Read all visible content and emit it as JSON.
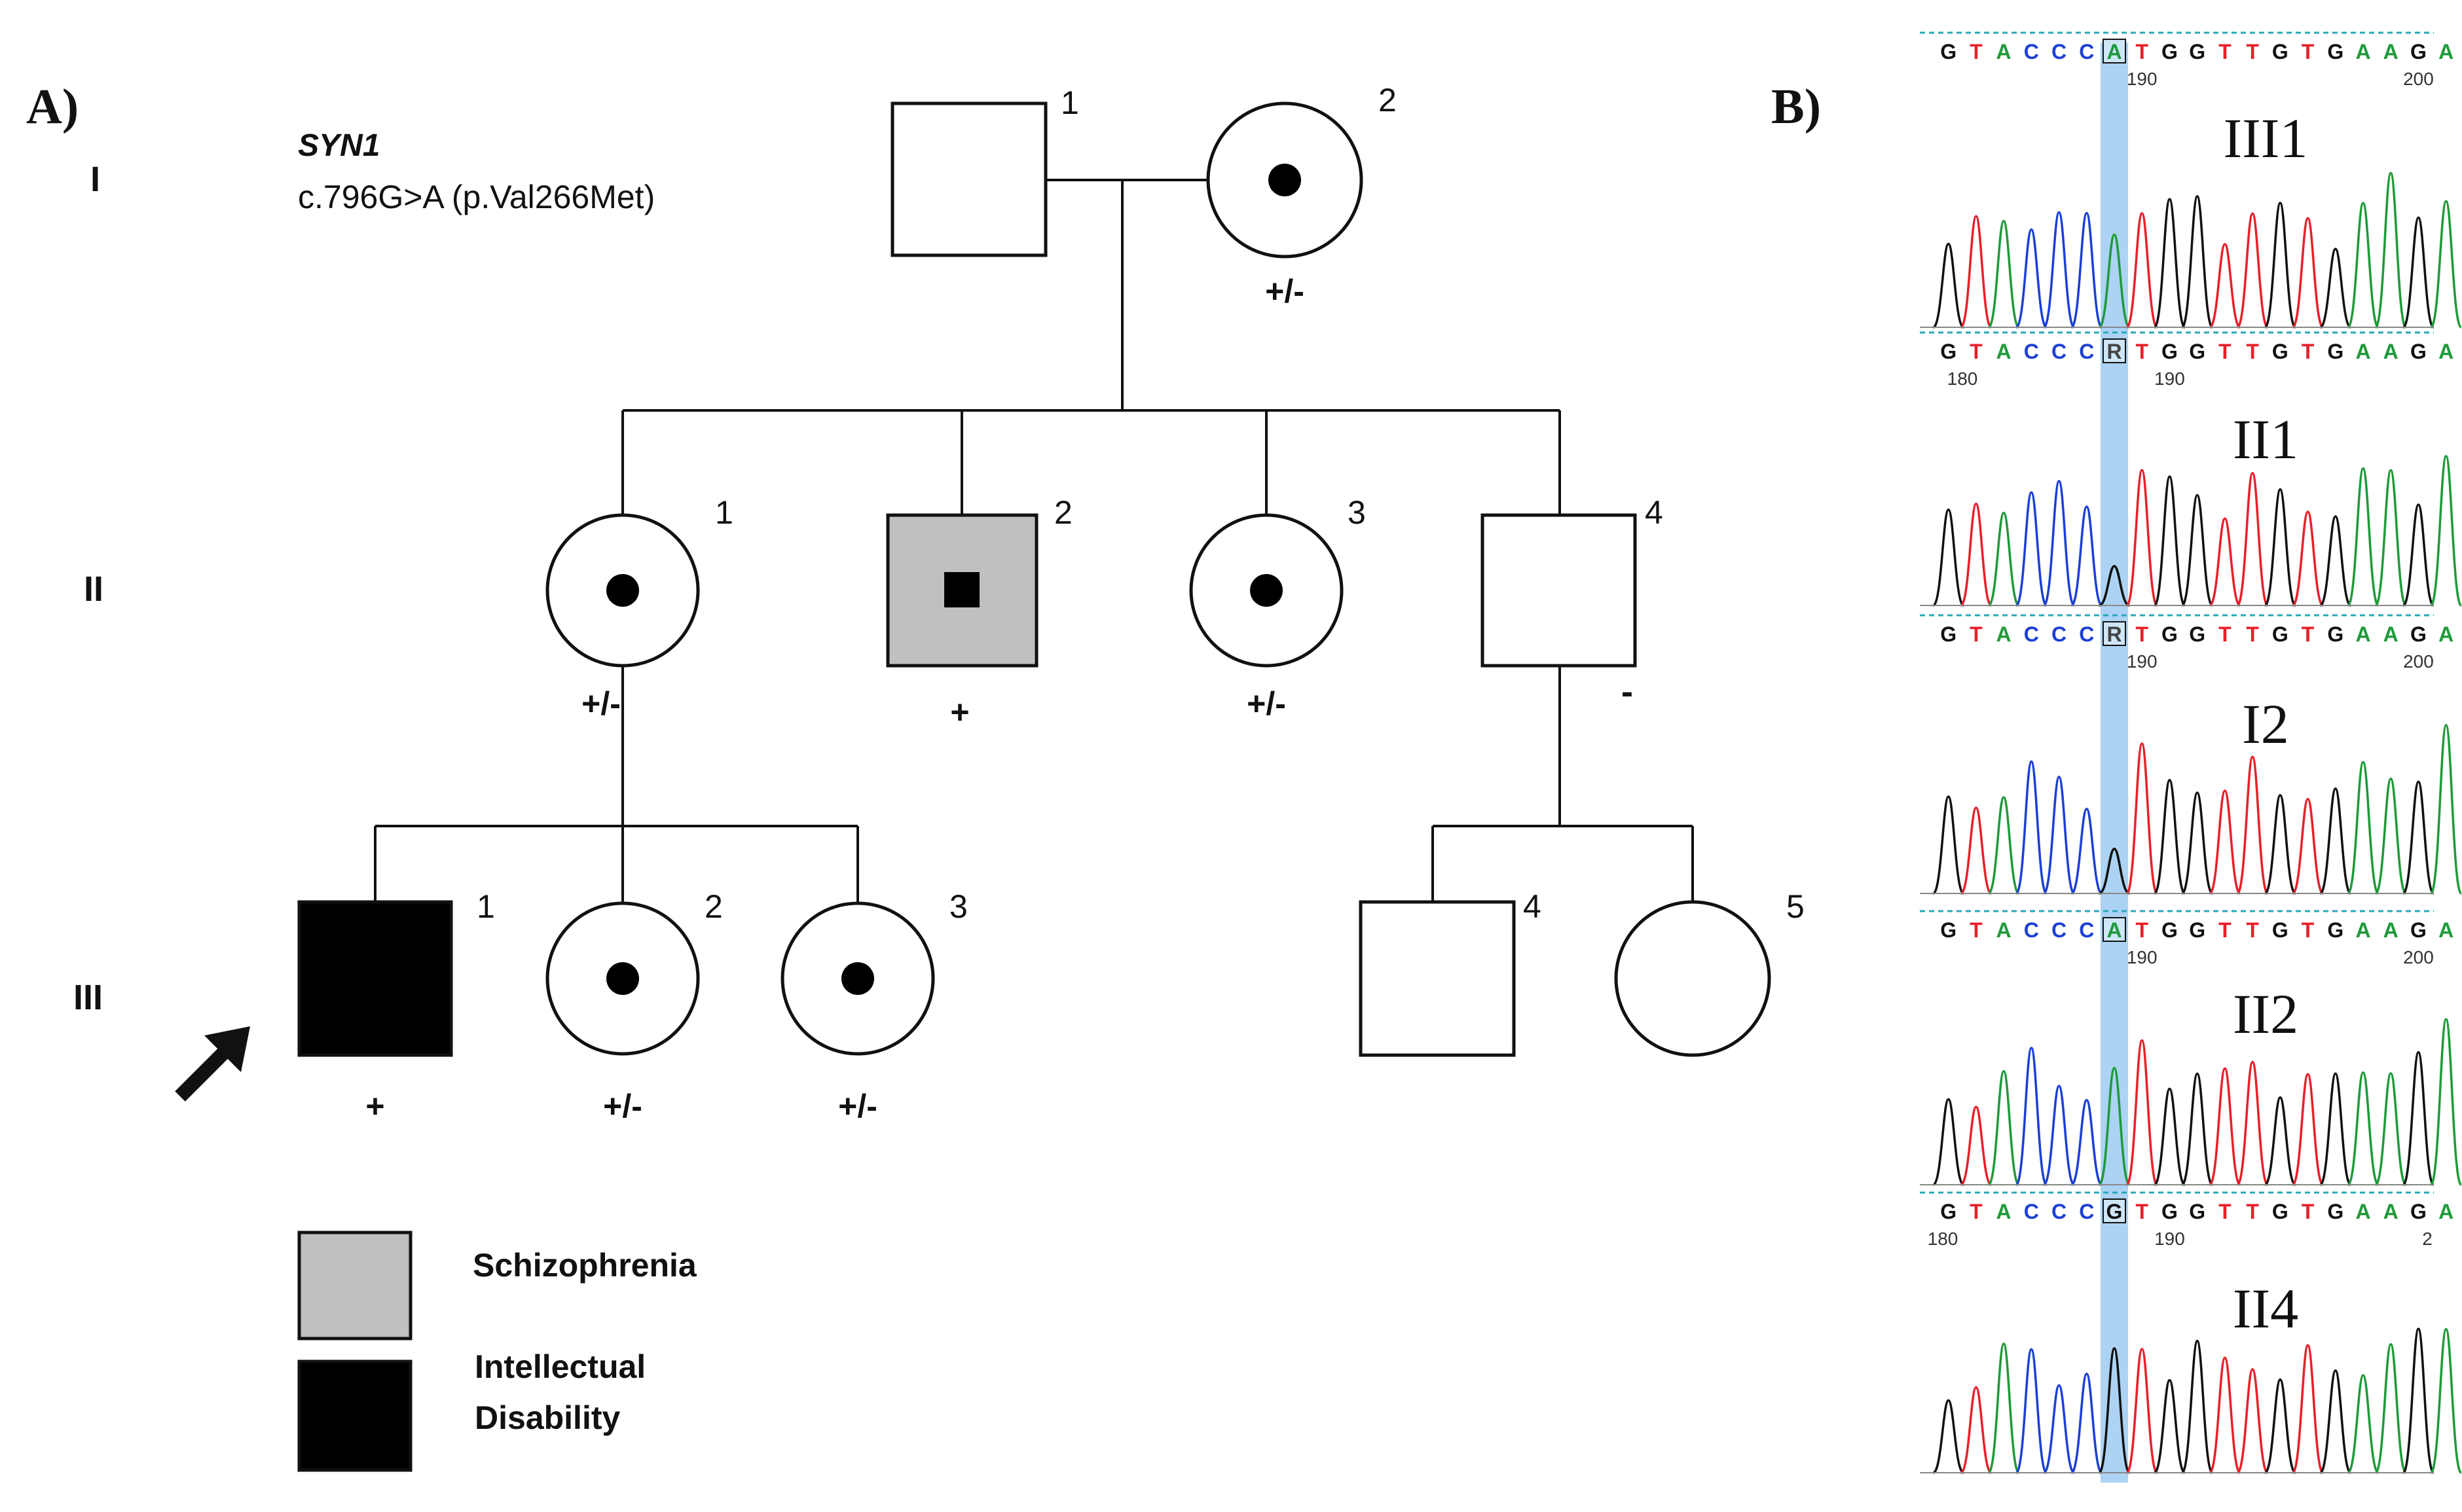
{
  "panel_a": {
    "label": "A)",
    "gene": "SYN1",
    "variant": "c.796G>A (p.Val266Met)",
    "generations": [
      "I",
      "II",
      "III"
    ],
    "individuals": [
      {
        "gen": "I",
        "num": "1",
        "sex": "male",
        "affected": "none",
        "carrier": false,
        "genotype": ""
      },
      {
        "gen": "I",
        "num": "2",
        "sex": "female",
        "affected": "none",
        "carrier": true,
        "genotype": "+/-"
      },
      {
        "gen": "II",
        "num": "1",
        "sex": "female",
        "affected": "none",
        "carrier": true,
        "genotype": "+/-"
      },
      {
        "gen": "II",
        "num": "2",
        "sex": "male",
        "affected": "schizophrenia",
        "carrier": true,
        "genotype": "+"
      },
      {
        "gen": "II",
        "num": "3",
        "sex": "female",
        "affected": "none",
        "carrier": true,
        "genotype": "+/-"
      },
      {
        "gen": "II",
        "num": "4",
        "sex": "male",
        "affected": "none",
        "carrier": false,
        "genotype": "-"
      },
      {
        "gen": "III",
        "num": "1",
        "sex": "male",
        "affected": "intellectual-disability",
        "carrier": false,
        "genotype": "+",
        "proband": true
      },
      {
        "gen": "III",
        "num": "2",
        "sex": "female",
        "affected": "none",
        "carrier": true,
        "genotype": "+/-"
      },
      {
        "gen": "III",
        "num": "3",
        "sex": "female",
        "affected": "none",
        "carrier": true,
        "genotype": "+/-"
      },
      {
        "gen": "III",
        "num": "4",
        "sex": "male",
        "affected": "none",
        "carrier": false,
        "genotype": ""
      },
      {
        "gen": "III",
        "num": "5",
        "sex": "female",
        "affected": "none",
        "carrier": false,
        "genotype": ""
      }
    ],
    "legend": {
      "schizophrenia": "Schizophrenia",
      "intellectual_line1": "Intellectual",
      "intellectual_line2": "Disability"
    },
    "colors": {
      "schizophrenia": "#c0c0c0",
      "intellectual_disability": "#000000"
    }
  },
  "panel_b": {
    "label": "B)",
    "traces": [
      {
        "sample": "III1",
        "seq": [
          "G",
          "T",
          "A",
          "C",
          "C",
          "C",
          "A",
          "T",
          "G",
          "G",
          "T",
          "T",
          "G",
          "T",
          "G",
          "A",
          "A",
          "G",
          "A"
        ],
        "call": "A",
        "ticks": [
          "190",
          "200"
        ]
      },
      {
        "sample": "II1",
        "seq": [
          "G",
          "T",
          "A",
          "C",
          "C",
          "C",
          "R",
          "T",
          "G",
          "G",
          "T",
          "T",
          "G",
          "T",
          "G",
          "A",
          "A",
          "G",
          "A"
        ],
        "call": "R",
        "ticks": [
          "180",
          "190"
        ]
      },
      {
        "sample": "I2",
        "seq": [
          "G",
          "T",
          "A",
          "C",
          "C",
          "C",
          "R",
          "T",
          "G",
          "G",
          "T",
          "T",
          "G",
          "T",
          "G",
          "A",
          "A",
          "G",
          "A"
        ],
        "call": "R",
        "ticks": [
          "190",
          "200"
        ]
      },
      {
        "sample": "II2",
        "seq": [
          "G",
          "T",
          "A",
          "C",
          "C",
          "C",
          "A",
          "T",
          "G",
          "G",
          "T",
          "T",
          "G",
          "T",
          "G",
          "A",
          "A",
          "G",
          "A"
        ],
        "call": "A",
        "ticks": [
          "190",
          "200"
        ]
      },
      {
        "sample": "II4",
        "seq": [
          "G",
          "T",
          "A",
          "C",
          "C",
          "C",
          "G",
          "T",
          "G",
          "G",
          "T",
          "T",
          "G",
          "T",
          "G",
          "A",
          "A",
          "G",
          "A"
        ],
        "call": "G",
        "ticks": [
          "180",
          "190",
          "2"
        ]
      }
    ],
    "base_colors": {
      "A": "#1f9a3a",
      "C": "#1c3fd6",
      "G": "#111111",
      "T": "#e8202a"
    },
    "highlight_color": "#9ecbf2"
  }
}
